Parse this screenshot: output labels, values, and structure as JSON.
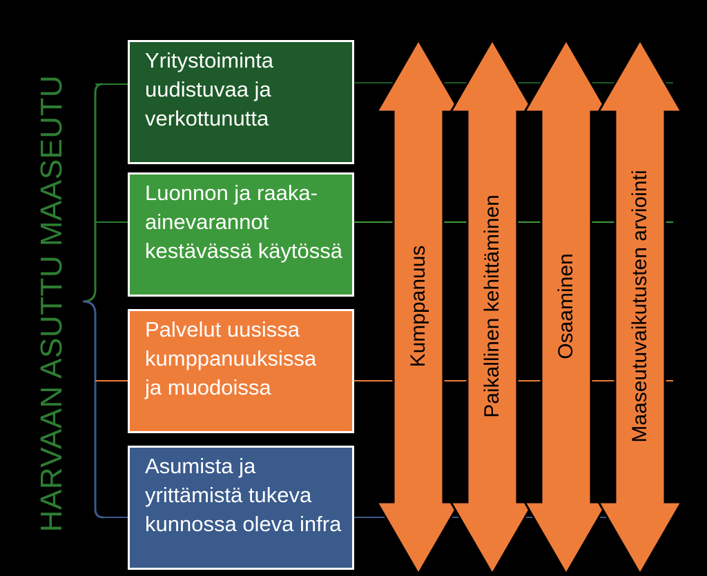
{
  "diagram": {
    "side_title": "HARVAAN ASUTTU MAASEUTU",
    "boxes": [
      {
        "lines": [
          "Yritystoiminta",
          "uudistuvaa ja",
          "verkottunutta"
        ],
        "color": "#1e5a2a"
      },
      {
        "lines": [
          "Luonnon ja raaka-",
          "ainevarannot",
          "kestävässä käytössä"
        ],
        "color": "#3d9a3c"
      },
      {
        "lines": [
          "Palvelut uusissa",
          "kumppanuuksissa",
          "ja muodoissa"
        ],
        "color": "#ef7d3a"
      },
      {
        "lines": [
          "Asumista ja",
          "yrittämistä tukeva",
          "kunnossa oleva infra"
        ],
        "color": "#3a5b8c"
      }
    ],
    "arrows": [
      {
        "label": "Kumppanuus"
      },
      {
        "label": "Paikallinen kehittäminen"
      },
      {
        "label": "Osaaminen"
      },
      {
        "label": "Maaseutuvaikutusten arviointi"
      }
    ],
    "colors": {
      "background": "#000000",
      "title": "#2e7d32",
      "arrow_fill": "#ef7d3a",
      "arrow_stroke": "#000000",
      "box_border": "#ffffff",
      "bracket_green": "#2e7d32",
      "bracket_blue": "#3a5b8c",
      "bracket_orange": "#ef7d3a",
      "line_green_dark": "#1e5a2a",
      "line_green": "#3d9a3c",
      "line_orange": "#ef7d3a",
      "line_blue": "#3a5b8c"
    }
  }
}
